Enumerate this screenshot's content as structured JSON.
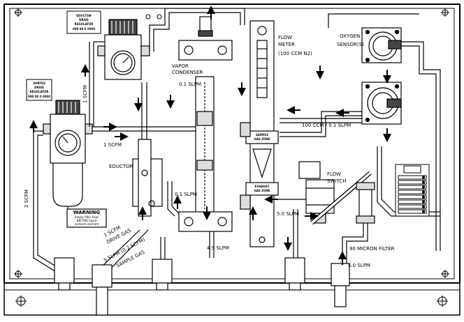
{
  "labels": {
    "eductor_drive_regulator": [
      "EDUCTOR",
      "DRIVE",
      "REGULATOR",
      "000 00 0 0000"
    ],
    "vortex_drive_regulator": [
      "VORTEX",
      "DRIVE",
      "REGULATOR",
      "000 00 0 0000"
    ],
    "vapor_condenser": [
      "VAPOR",
      "CONDENSER"
    ],
    "flow_meter": [
      "FLOW",
      "METER",
      "(100 CCM N2)"
    ],
    "oxygen_sensors": [
      "OXYGEN",
      "SENSOR(S)"
    ],
    "eductor": "EDUCTOR",
    "flow_switch": [
      "FLOW",
      "SWITCH"
    ],
    "micron_filter": "90 MICRON FILTER",
    "warning_title": "WARNING",
    "warning_lines": [
      "Empty filter bowl",
      "BEFORE liquid",
      "contacts element"
    ],
    "sample_gas_zone": [
      "SAMPLE",
      "GAS ZONE"
    ],
    "exhaust_gas_zone": [
      "EXHAUST",
      "GAS ZONE"
    ]
  },
  "flows": {
    "scfm_vertical": "1 SCFM",
    "scfm_horizontal": "1 SCFM",
    "scfm_left": "2 SCFM",
    "slpm_top": "0.1 SLPM",
    "slpm_mid": "0.1 SLPM",
    "slpm_49": "4.9 SLPM",
    "slpm_50_mid": "5.0 SLPM",
    "slpm_50_bottom": "5.0 SLPM",
    "ccm": "100 CCM / 0.1 SLPM",
    "drive_gas": [
      "1 SCFM",
      "DRIVE GAS"
    ],
    "sample_gas": [
      "5 SLPM (0.2 SCFM)",
      "SAMPLE GAS"
    ]
  }
}
